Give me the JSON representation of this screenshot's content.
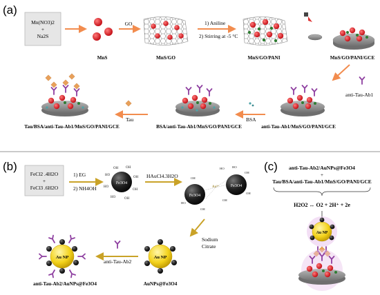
{
  "panel_labels": [
    "(a)",
    "(b)",
    "(c)"
  ],
  "a": {
    "reagents": [
      "Mn(NO3)2",
      "+",
      "Na2S"
    ],
    "arrow_go": "GO",
    "aniline_step": [
      "1) Aniline",
      "2) Stirring at -5 °C"
    ],
    "captions": [
      "MnS",
      "MnS/GO",
      "MnS/GO/PANI",
      "MnS/GO/PANI/GCE"
    ],
    "anti_tau": "anti-Tau-Ab1",
    "bsa": "BSA",
    "tau": "Tau",
    "captions2": [
      "anti-Tau-Ab1/MnS/GO/PANI/GCE",
      "BSA/anti-Tau-Ab1/MnS/GO/PANI/GCE",
      "Tau/BSA/anti-Tau-Ab1/MnS/GO/PANI/GCE"
    ]
  },
  "b": {
    "reagents": [
      "FeCl2 .4H2O",
      "+",
      "FeCl3 .6H2O"
    ],
    "step1": [
      "1) EG",
      "2) NH4OH"
    ],
    "core": "Fe3O4",
    "haucl": "HAuCl4.3H2O",
    "sodium_citrate": [
      "Sodium",
      "Citrate"
    ],
    "au_label": "Au³⁺",
    "aunp": "Au NP",
    "anti_tau2": "anti-Tau-Ab2",
    "captions": [
      "AuNPs@Fe3O4",
      "anti-Tau-Ab2/AuNPs@Fe3O4"
    ]
  },
  "c": {
    "lines": [
      "anti-Tau-Ab2/AuNPs@Fe3O4",
      "+",
      "Tau/BSA/anti-Tau-Ab1/MnS/GO/PANI/GCE"
    ],
    "reaction": "H2O2  ↔  O2 + 2H⁺ + 2e",
    "aunp": "Au NP"
  },
  "colors": {
    "arrow": "#f28c4e",
    "arrow_b": "#c9a227",
    "mns_red": "#e0141b",
    "pani_green": "#2e7d32",
    "electrode_gray": "#8f8f8f",
    "fe3o4_black": "#1a1a1a",
    "au_yellow": "#f3d21b",
    "antibody_purple": "#8e3fa0",
    "tau_orange": "#e8a05a",
    "box_gray": "#e6e6e6"
  }
}
